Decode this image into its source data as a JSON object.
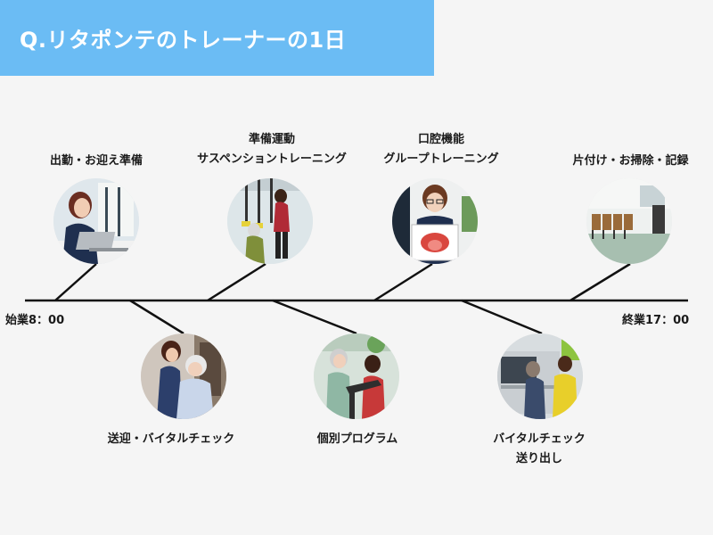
{
  "title": "Q.リタポンテのトレーナーの1日",
  "timeline": {
    "start_label": "始業8：00",
    "end_label": "終業17：00"
  },
  "events": [
    {
      "id": "commute",
      "lines": [
        "出勤・お迎え準備"
      ],
      "position": "top",
      "photo": "staff-with-laptop-photo"
    },
    {
      "id": "transport",
      "lines": [
        "送迎・バイタルチェック"
      ],
      "position": "bottom",
      "photo": "staff-escorting-elder-photo"
    },
    {
      "id": "warmup",
      "lines": [
        "準備運動",
        "サスペンショントレーニング"
      ],
      "position": "top",
      "photo": "suspension-training-photo"
    },
    {
      "id": "program",
      "lines": [
        "個別プログラム"
      ],
      "position": "bottom",
      "photo": "treadmill-program-photo"
    },
    {
      "id": "oral",
      "lines": [
        "口腔機能",
        "グループトレーニング"
      ],
      "position": "top",
      "photo": "trainer-holding-mouth-card-photo"
    },
    {
      "id": "sendoff",
      "lines": [
        "バイタルチェック",
        "送り出し"
      ],
      "position": "bottom",
      "photo": "elder-entering-van-photo"
    },
    {
      "id": "cleanup",
      "lines": [
        "片付け・お掃除・記録"
      ],
      "position": "top",
      "photo": "empty-training-room-photo"
    }
  ],
  "colors": {
    "banner": "#6bbcf4",
    "banner_text": "#ffffff",
    "background": "#f5f5f5",
    "line": "#111111"
  }
}
